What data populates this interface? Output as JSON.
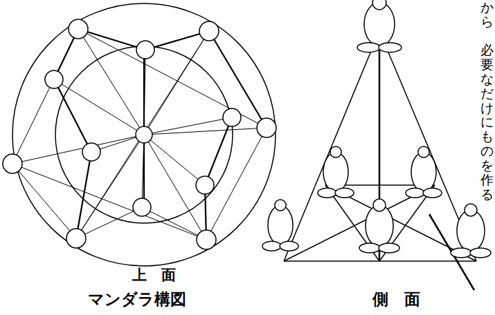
{
  "diagram": {
    "labels": [
      "上　面",
      "マンダラ構図",
      "側　面",
      "から",
      "必要なだけにものを作る"
    ]
  }
}
